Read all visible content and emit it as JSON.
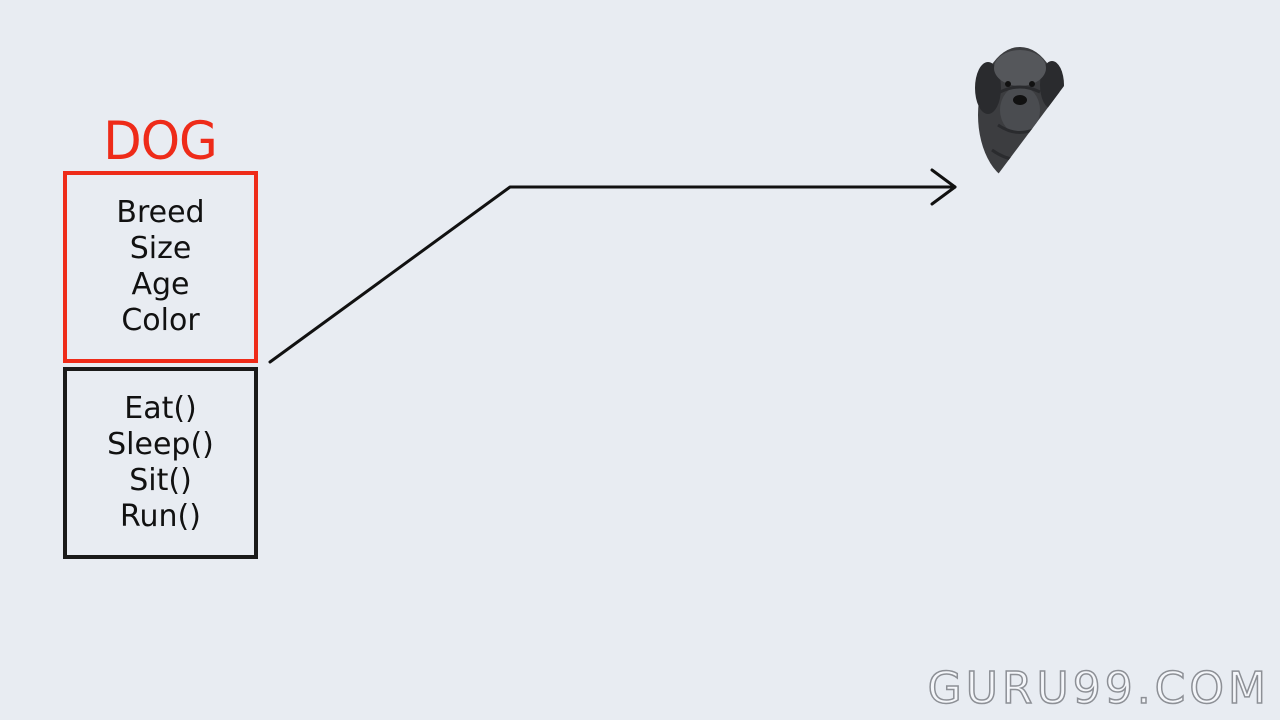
{
  "diagram": {
    "class_name": "DOG",
    "attributes": [
      "Breed",
      "Size",
      "Age",
      "Color"
    ],
    "methods": [
      "Eat()",
      "Sleep()",
      "Sit()",
      "Run()"
    ]
  },
  "dog_image": {
    "icon": "dog-photo-icon"
  },
  "watermark": {
    "text": "GURU99.COM"
  },
  "colors": {
    "background": "#e8ecf2",
    "accent_red": "#ee2b19",
    "ink": "#111111"
  }
}
